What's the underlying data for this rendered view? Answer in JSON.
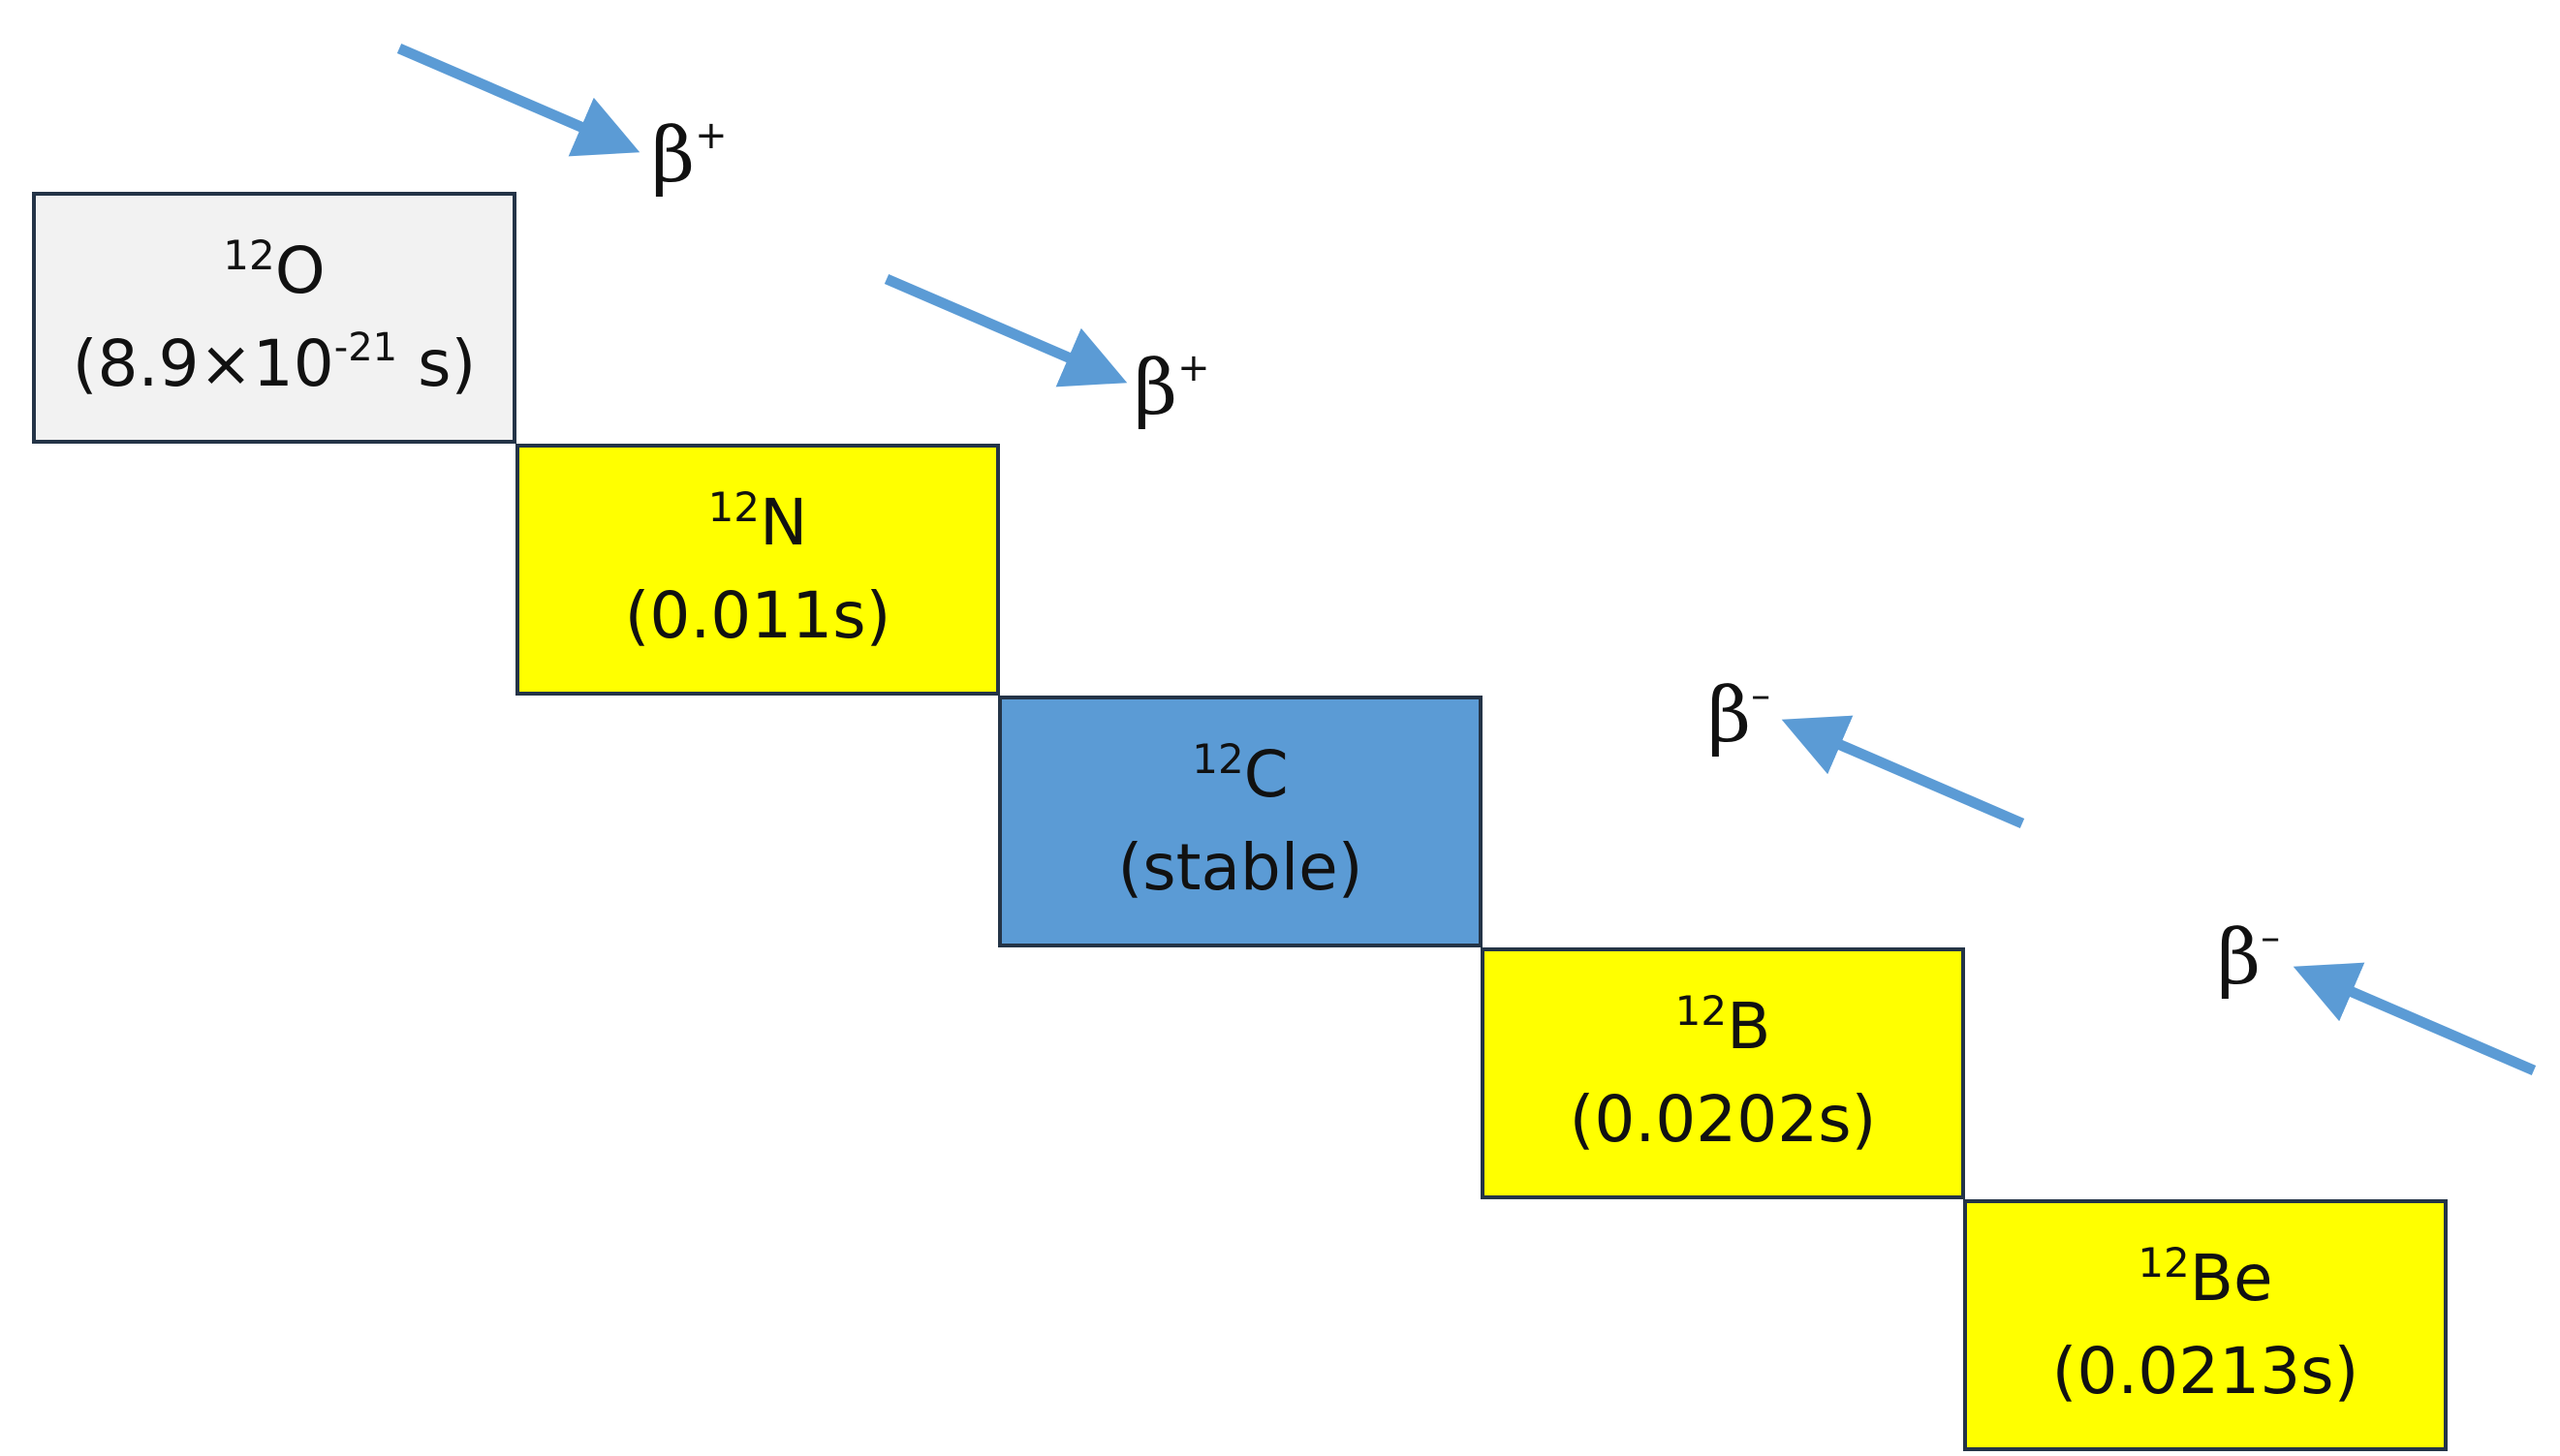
{
  "colors": {
    "box_border": "#243447",
    "unstable_fill": "#ffff00",
    "stable_fill": "#5b9bd5",
    "short_lived_fill": "#f2f2f2",
    "arrow": "#5b9bd5"
  },
  "nuclides": [
    {
      "mass": "12",
      "symbol": "O",
      "halflife_base": "(8.9×10",
      "halflife_exp": "-21",
      "halflife_tail": " s)"
    },
    {
      "mass": "12",
      "symbol": "N",
      "halflife": "(0.011s)"
    },
    {
      "mass": "12",
      "symbol": "C",
      "halflife": "(stable)"
    },
    {
      "mass": "12",
      "symbol": "B",
      "halflife": "(0.0202s)"
    },
    {
      "mass": "12",
      "symbol": "Be",
      "halflife": "(0.0213s)"
    }
  ],
  "decays": [
    {
      "symbol": "β",
      "charge": "+"
    },
    {
      "symbol": "β",
      "charge": "+"
    },
    {
      "symbol": "β",
      "charge": "–"
    },
    {
      "symbol": "β",
      "charge": "–"
    }
  ]
}
